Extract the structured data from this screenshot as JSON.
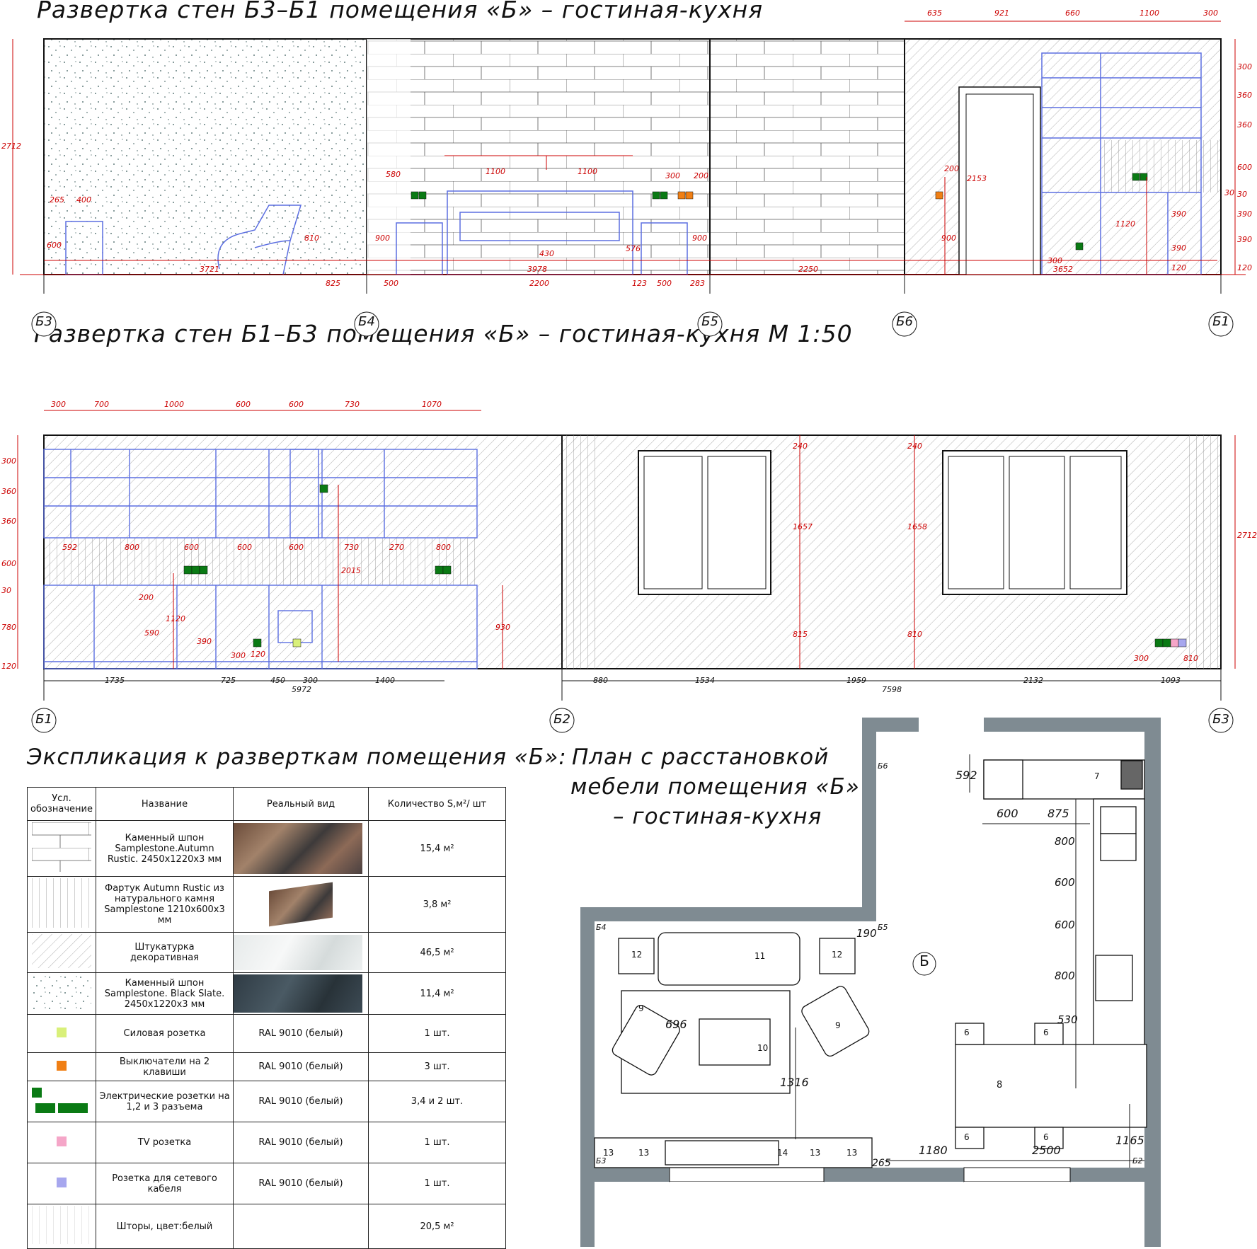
{
  "titles": {
    "elev1": "Развертка стен Б3–Б1 помещения «Б» – гостиная-кухня",
    "elev2": "Развертка стен Б1–Б3 помещения «Б» – гостиная-кухня  М 1:50",
    "explication": "Экспликация к разверткам помещения «Б»:",
    "plan": [
      "План с расстановкой",
      "мебели помещения «Б»",
      "– гостиная-кухня"
    ]
  },
  "axes": {
    "elev1": [
      "Б3",
      "Б4",
      "Б5",
      "Б6",
      "Б1"
    ],
    "elev2": [
      "Б1",
      "Б2",
      "Б3"
    ]
  },
  "elev1_dims": {
    "bottom": [
      "3721",
      "825",
      "500",
      "3978",
      "2200",
      "123",
      "500",
      "283",
      "2250",
      "3652"
    ],
    "top": [
      "635",
      "921",
      "660",
      "1100",
      "300"
    ],
    "inner": [
      "1100",
      "1100",
      "300",
      "200",
      "580",
      "265",
      "400",
      "600",
      "810",
      "900",
      "430",
      "576",
      "900",
      "200",
      "2153",
      "900",
      "1120",
      "300",
      "390",
      "390",
      "120",
      "30"
    ],
    "left_height": "2712",
    "right": [
      "300",
      "360",
      "360",
      "600",
      "30",
      "390",
      "390",
      "120"
    ]
  },
  "elev2_dims": {
    "top": [
      "300",
      "700",
      "1000",
      "600",
      "600",
      "730",
      "1070"
    ],
    "apron": [
      "592",
      "800",
      "600",
      "600",
      "600",
      "730",
      "270",
      "800"
    ],
    "bottom_left": [
      "1735",
      "725",
      "450",
      "300",
      "1400"
    ],
    "bottom_left_total": "5972",
    "bottom_right": [
      "880",
      "1534",
      "1959",
      "2132",
      "1093"
    ],
    "bottom_right_total": "7598",
    "left": [
      "300",
      "360",
      "360",
      "600",
      "30",
      "780",
      "120"
    ],
    "inner": [
      "200",
      "1120",
      "590",
      "390",
      "300",
      "120",
      "2015",
      "930",
      "240",
      "1657",
      "815",
      "240",
      "1658",
      "810",
      "300",
      "810"
    ],
    "right_height": "2712"
  },
  "explication": {
    "headers": [
      "Усл. обозначение",
      "Название",
      "Реальный вид",
      "Количество S,м²/ шт"
    ],
    "rows": [
      {
        "name": "Каменный шпон Samplestone.Autumn Rustic. 2450х1220х3 мм",
        "view": "",
        "qty": "15,4 м²"
      },
      {
        "name": "Фартук Autumn Rustic из натурального камня Samplestone 1210х600х3 мм",
        "view": "",
        "qty": "3,8 м²"
      },
      {
        "name": "Штукатурка декоративная",
        "view": "",
        "qty": "46,5 м²"
      },
      {
        "name": "Каменный шпон Samplestone. Black Slate. 2450х1220х3 мм",
        "view": "",
        "qty": "11,4 м²"
      },
      {
        "name": "Силовая розетка",
        "view": "RAL 9010 (белый)",
        "qty": "1 шт."
      },
      {
        "name": "Выключатели на 2 клавиши",
        "view": "RAL 9010 (белый)",
        "qty": "3 шт."
      },
      {
        "name": "Электрические розетки на 1,2 и 3 разъема",
        "view": "RAL 9010 (белый)",
        "qty": "3,4 и 2 шт."
      },
      {
        "name": "TV розетка",
        "view": "RAL 9010 (белый)",
        "qty": "1 шт."
      },
      {
        "name": "Розетка для сетевого кабеля",
        "view": "RAL 9010 (белый)",
        "qty": "1 шт."
      },
      {
        "name": "Шторы, цвет:белый",
        "view": "",
        "qty": "20,5 м²"
      }
    ]
  },
  "plan": {
    "room_label": "Б",
    "dims": [
      "592",
      "600",
      "875",
      "800",
      "600",
      "600",
      "800",
      "530",
      "190",
      "696",
      "1316",
      "1180",
      "2500",
      "1165",
      "265"
    ],
    "axis_labels": [
      "Б6",
      "Б4",
      "Б5",
      "Б3",
      "Б2"
    ],
    "markers": [
      "7",
      "8",
      "6",
      "6",
      "6",
      "6",
      "9",
      "9",
      "10",
      "11",
      "12",
      "12",
      "13",
      "13",
      "13",
      "13",
      "14"
    ]
  },
  "colors": {
    "dim": "#cc0000",
    "blue": "#5b6ee1",
    "green": "#0a7a14",
    "orange": "#f07f14",
    "lime": "#d9f07a",
    "pink": "#f5a6c8",
    "lilac": "#a7a7ee",
    "wall": "#7f8b92"
  }
}
